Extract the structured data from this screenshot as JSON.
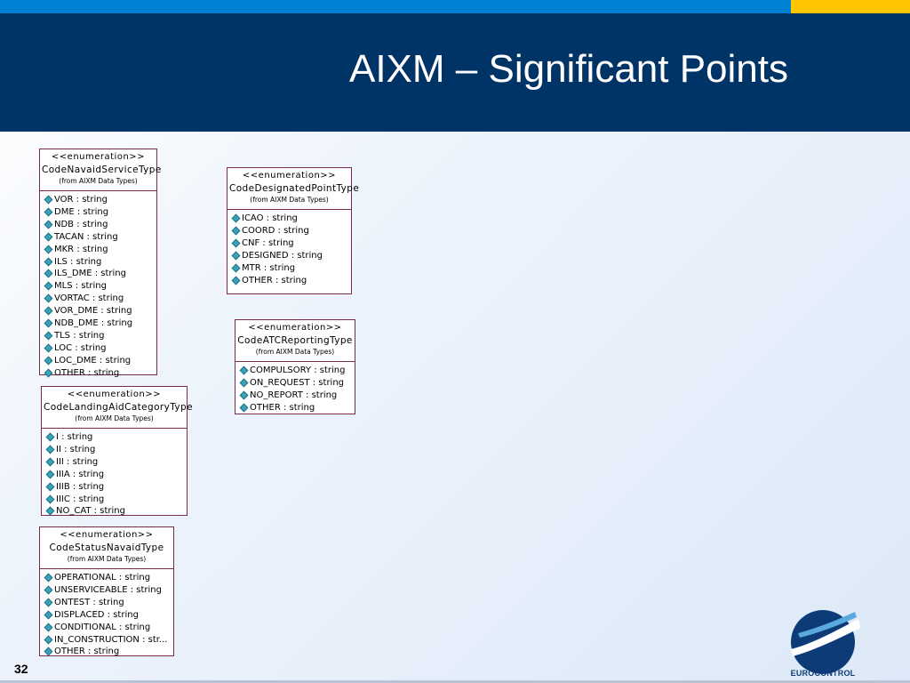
{
  "colors": {
    "header_blue": "#003366",
    "topbar_blue": "#0082d4",
    "topbar_yellow": "#ffc600"
  },
  "slide": {
    "title": "AIXM – Significant Points",
    "page_number": "32"
  },
  "logo": {
    "text": "EUROCONTROL"
  },
  "boxes": [
    {
      "stereotype": "<<enumeration>>",
      "name": "CodeNavaidServiceType",
      "from": "(from AIXM Data Types)",
      "items": [
        "VOR : string",
        "DME : string",
        "NDB : string",
        "TACAN : string",
        "MKR : string",
        "ILS : string",
        "ILS_DME : string",
        "MLS : string",
        "VORTAC : string",
        "VOR_DME : string",
        "NDB_DME : string",
        "TLS : string",
        "LOC : string",
        "LOC_DME : string",
        "OTHER : string"
      ]
    },
    {
      "stereotype": "<<enumeration>>",
      "name": "CodeDesignatedPointType",
      "from": "(from AIXM Data Types)",
      "items": [
        "ICAO : string",
        "COORD : string",
        "CNF : string",
        "DESIGNED : string",
        "MTR : string",
        "OTHER : string"
      ]
    },
    {
      "stereotype": "<<enumeration>>",
      "name": "CodeATCReportingType",
      "from": "(from AIXM Data Types)",
      "items": [
        "COMPULSORY : string",
        "ON_REQUEST : string",
        "NO_REPORT : string",
        "OTHER : string"
      ]
    },
    {
      "stereotype": "<<enumeration>>",
      "name": "CodeLandingAidCategoryType",
      "from": "(from AIXM Data Types)",
      "items": [
        "I : string",
        "II : string",
        "III : string",
        "IIIA : string",
        "IIIB : string",
        "IIIC : string",
        "NO_CAT : string"
      ]
    },
    {
      "stereotype": "<<enumeration>>",
      "name": "CodeStatusNavaidType",
      "from": "(from AIXM Data Types)",
      "items": [
        "OPERATIONAL : string",
        "UNSERVICEABLE : string",
        "ONTEST : string",
        "DISPLACED : string",
        "CONDITIONAL : string",
        "IN_CONSTRUCTION : str...",
        "OTHER : string"
      ]
    }
  ]
}
